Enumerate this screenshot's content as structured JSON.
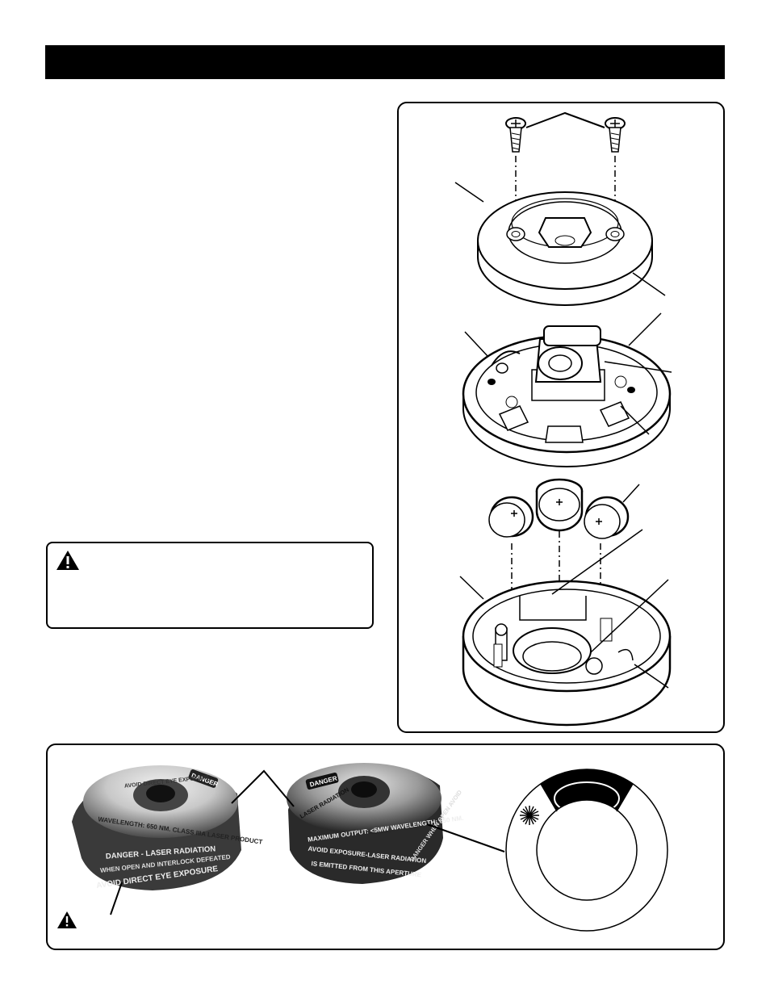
{
  "header": {
    "title": ""
  },
  "warning_box": {
    "icon": "warning-triangle-icon",
    "text": ""
  },
  "figure_top": {
    "parts": [
      "screw",
      "screw",
      "cover",
      "laser-module",
      "battery",
      "battery",
      "battery",
      "battery-housing"
    ]
  },
  "figure_bottom": {
    "photo_left": {
      "label_badge": "DANGER",
      "line_top": "AVOID DIRECT EYE EXPOSURE",
      "line_mid": "WAVELENGTH: 650 NM.   CLASS IIIA LASER PRODUCT",
      "line_danger": "DANGER - LASER RADIATION",
      "line_when": "WHEN OPEN AND INTERLOCK DEFEATED",
      "line_avoid": "AVOID DIRECT EYE EXPOSURE"
    },
    "photo_right": {
      "label_badge": "DANGER",
      "line_laser": "LASER RADIATION",
      "line_output": "MAXIMUM OUTPUT: <5MW  WAVELENGTH: 650 NM.",
      "line_aperture": "AVOID EXPOSURE-LASER RADIATION",
      "line_emitted": "IS EMITTED FROM THIS APERTURE",
      "line_side": "DANGER  WHEN OPEN AVOID"
    },
    "warning_icon": "warning-triangle-icon"
  }
}
